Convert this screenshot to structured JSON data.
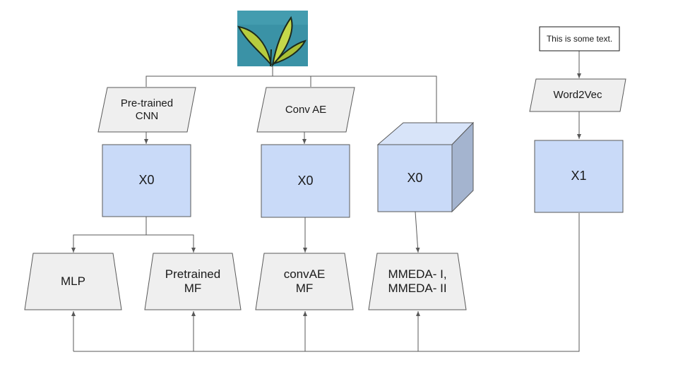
{
  "diagram": {
    "input_text": "This is some text.",
    "leaf_image": "leaf-image",
    "extractors": {
      "pretrained_cnn": "Pre-trained\nCNN",
      "conv_ae": "Conv AE",
      "word2vec": "Word2Vec"
    },
    "features": {
      "x0_cnn": "X0",
      "x0_ae": "X0",
      "x0_cube": "X0",
      "x1": "X1"
    },
    "models": {
      "mlp": "MLP",
      "pretrained_mf": "Pretrained\nMF",
      "convae_mf": "convAE\nMF",
      "mmeda": "MMEDA- I,\nMMEDA- II"
    },
    "colors": {
      "feature_fill": "#c9daf8",
      "feature_side": "#a4b4cf",
      "feature_top": "#d8e4f9",
      "shape_fill": "#efefef",
      "stroke": "#595959",
      "edge": "#595959",
      "image_bg": "#3a92a6",
      "leaf": "#b7cc3e"
    }
  }
}
